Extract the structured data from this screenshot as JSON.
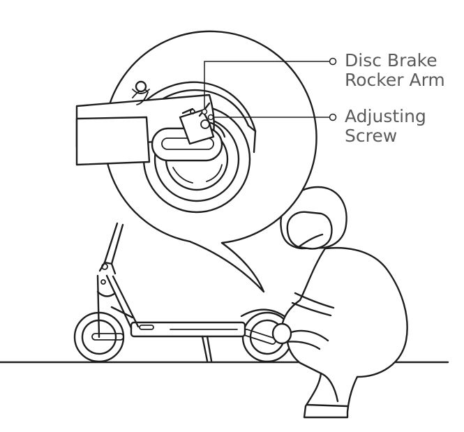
{
  "callouts": [
    {
      "line1": "Disc Brake",
      "line2": "Rocker Arm"
    },
    {
      "line1": "Adjusting",
      "line2": "Screw"
    }
  ],
  "colors": {
    "line": "#1e1e1e",
    "label": "#5a5a5a",
    "background": "#ffffff"
  },
  "icons": [
    "scooter-illustration",
    "person-crouching-illustration",
    "brake-detail-magnifier"
  ]
}
